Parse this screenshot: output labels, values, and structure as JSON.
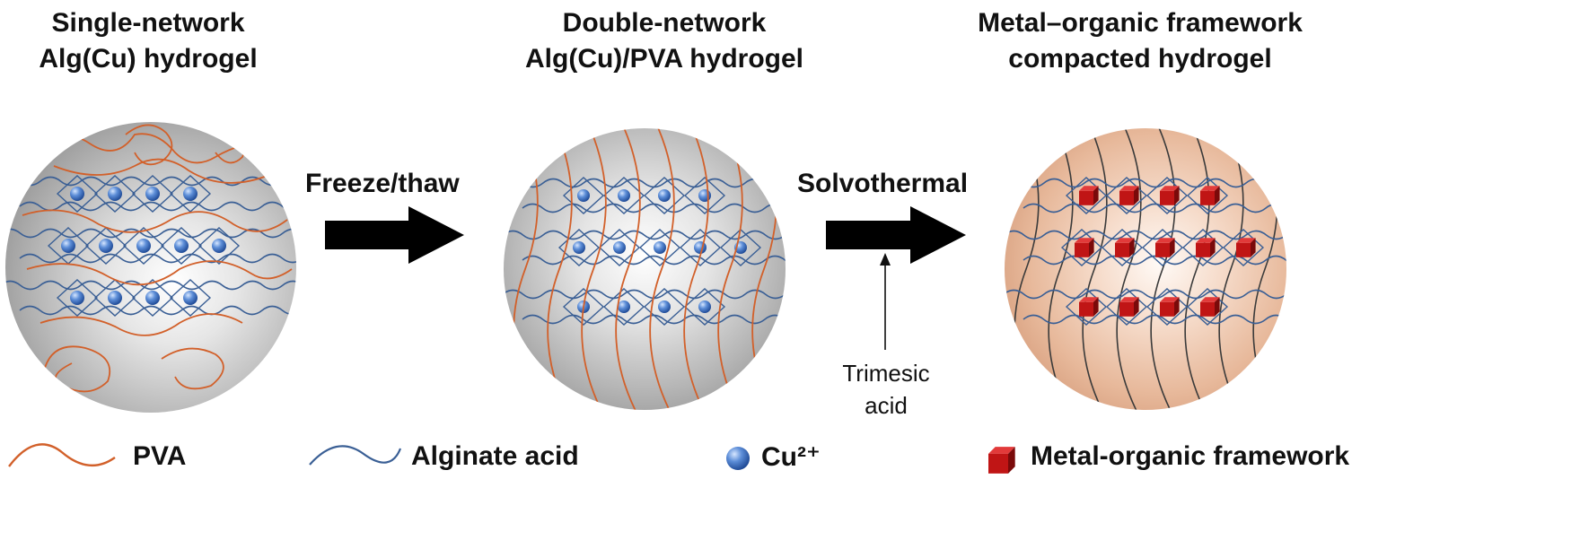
{
  "panels": [
    {
      "title_line1": "Single-network",
      "title_line2": "Alg(Cu) hydrogel"
    },
    {
      "title_line1": "Double-network",
      "title_line2": "Alg(Cu)/PVA hydrogel"
    },
    {
      "title_line1": "Metal–organic framework",
      "title_line2": "compacted hydrogel"
    }
  ],
  "steps": [
    {
      "label": "Freeze/thaw"
    },
    {
      "label": "Solvothermal",
      "reagent_line1": "Trimesic",
      "reagent_line2": "acid"
    }
  ],
  "legend": [
    {
      "label": "PVA",
      "icon": "pva-chain-icon"
    },
    {
      "label": "Alginate acid",
      "icon": "alginate-chain-icon"
    },
    {
      "label": "Cu²⁺",
      "icon": "cu-ion-icon"
    },
    {
      "label": "Metal-organic framework",
      "icon": "mof-cube-icon"
    }
  ],
  "colors": {
    "pva": "#d2602a",
    "alginate": "#3a5f95",
    "cu_ion": "#3b6fc4",
    "mof": "#c01515",
    "arrow": "#000000"
  }
}
